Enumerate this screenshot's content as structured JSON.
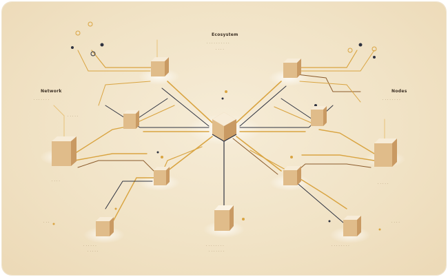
{
  "diagram": {
    "palette": {
      "background": "#f3e6cb",
      "gold": "#d9a441",
      "gold_light": "#e8c27a",
      "dark_line": "#2e3240",
      "brown_line": "#8a5a2b",
      "cube_top": "#f7ecd8",
      "cube_side": "#c99a63",
      "cube_front": "#e0bc8a"
    },
    "labels": {
      "top_center_title": "Ecosystem",
      "top_center_sub1": "· · · · · · · · · ·",
      "top_center_sub2": "· · · ·",
      "left_title": "Network",
      "left_sub": "· · · · · · ·",
      "left_cap": "· · · ·",
      "right_title": "Nodes",
      "right_sub": "· · · · · · · ·",
      "bottom_left_cap": "· · ·",
      "bottom_left_sub": "· · · · · ·",
      "bottom_left_sub2": "· · · · ·",
      "bottom_center_sub": "· · · · · · · ·",
      "bottom_center_sub2": "· · · · · · ·",
      "bottom_right_cap": "· · · ·",
      "bottom_right_sub": "· · · · · · · ·",
      "right_mid_cap": "· · · · ·",
      "mid_left_sub": "· · · · ·"
    },
    "node_icon": "cube-node-icon",
    "hub_icon": "hub-cube-icon"
  }
}
